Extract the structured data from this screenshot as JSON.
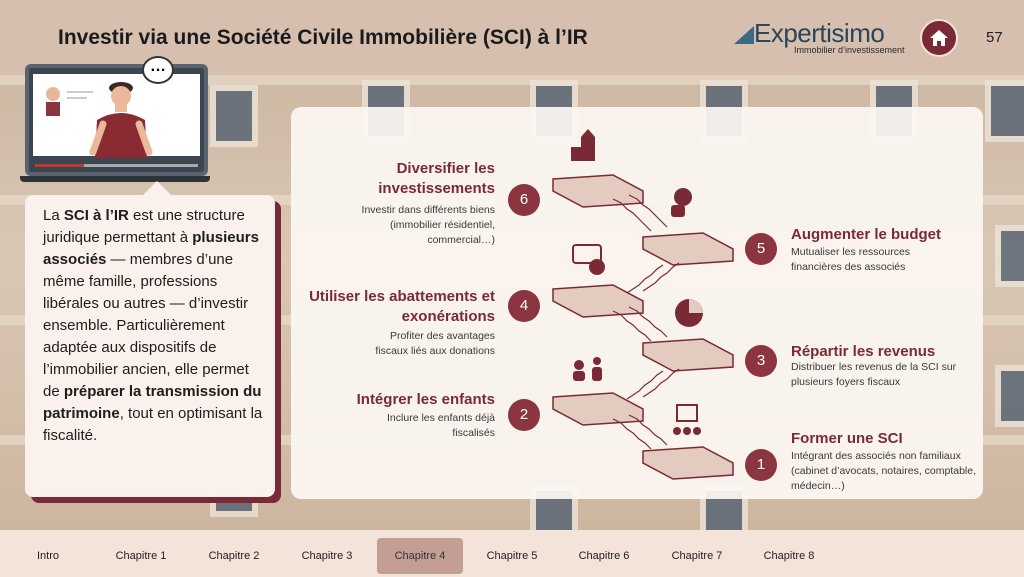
{
  "header": {
    "title": "Investir via une Société Civile Immobilière (SCI) à l’IR",
    "logo_name": "Expertisimo",
    "logo_tagline": "Immobilier d’investissement",
    "page_number": "57"
  },
  "intro_text": {
    "p1": "La ",
    "b1": "SCI à l’IR",
    "p2": " est une structure juridique permettant à ",
    "b2": "plusieurs associés",
    "p3": " — membres d’une même famille, professions libérales ou autres — d’investir ensemble. Particulièrement adaptée aux dispositifs de l’immobilier ancien, elle permet de ",
    "b3": "préparer la transmission du patrimoine",
    "p4": ", tout en optimisant la fiscalité."
  },
  "steps": [
    {
      "number": "1",
      "title": "Former une SCI",
      "desc": "Intégrant des associés non familiaux (cabinet d’avocats, notaires, comptable, médecin…)"
    },
    {
      "number": "2",
      "title": "Intégrer les enfants",
      "desc": "Inclure les enfants déjà fiscalisés"
    },
    {
      "number": "3",
      "title": "Répartir les revenus",
      "desc": "Distribuer les revenus de la SCI sur plusieurs foyers fiscaux"
    },
    {
      "number": "4",
      "title": "Utiliser les abattements et exonérations",
      "desc": "Profiter des avantages fiscaux liés aux donations"
    },
    {
      "number": "5",
      "title": "Augmenter le budget",
      "desc": "Mutualiser les ressources financières des associés"
    },
    {
      "number": "6",
      "title": "Diversifier les investissements",
      "desc": "Investir dans différents biens (immobilier résidentiel, commercial…)"
    }
  ],
  "nav": {
    "items": [
      "Intro",
      "Chapitre 1",
      "Chapitre 2",
      "Chapitre 3",
      "Chapitre 4",
      "Chapitre 5",
      "Chapitre 6",
      "Chapitre 7",
      "Chapitre 8"
    ],
    "active": "Chapitre 4"
  },
  "colors": {
    "accent": "#7a2a35",
    "stairs": "#e3c9bd"
  },
  "icons": [
    "home-icon",
    "ellipsis-icon",
    "buildings-icon",
    "money-bag-icon",
    "ticket-check-icon",
    "pie-chart-icon",
    "family-icon",
    "team-checklist-icon"
  ]
}
